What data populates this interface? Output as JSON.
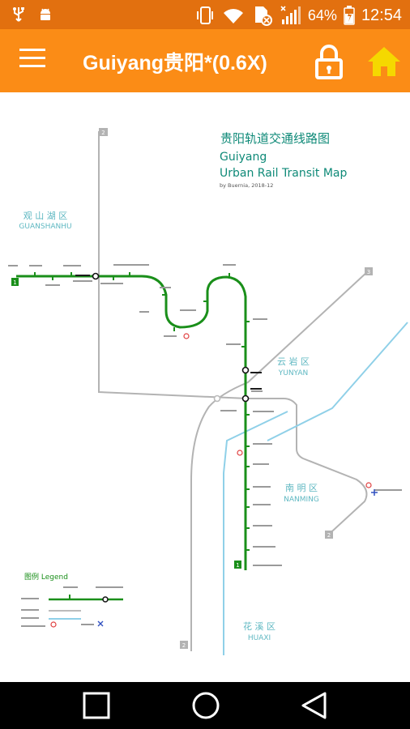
{
  "status_bar": {
    "battery_percent": "64%",
    "time": "12:54",
    "icons": [
      "usb-icon",
      "android-icon",
      "vibrate-icon",
      "wifi-icon",
      "sim-icon",
      "signal-icon",
      "battery-icon"
    ]
  },
  "app_bar": {
    "title": "Guiyang贵阳*(0.6X)",
    "icons": [
      "menu-icon",
      "lock-icon",
      "home-icon"
    ],
    "home_icon_color": "#f5d800"
  },
  "map": {
    "title_cn": "贵阳轨道交通线路图",
    "title_en_1": "Guiyang",
    "title_en_2": "Urban Rail Transit Map",
    "credit": "by Buernia, 2018-12",
    "line_color": "#1a8f1a",
    "district_color": "#5fb8c2",
    "districts": {
      "guanshanhu_cn": "观 山 湖 区",
      "guanshanhu_en": "GUANSHANHU",
      "yunyan_cn": "云 岩 区",
      "yunyan_en": "YUNYAN",
      "nanming_cn": "南 明 区",
      "nanming_en": "NANMING",
      "huaxi_cn": "花 溪 区",
      "huaxi_en": "HUAXI"
    },
    "line_badge": "1",
    "route_markers": [
      "2",
      "2",
      "2",
      "3"
    ],
    "legend_title": "图例 Legend"
  },
  "nav_bar": {
    "icons": [
      "recent-apps-icon",
      "home-circle-icon",
      "back-icon"
    ]
  }
}
